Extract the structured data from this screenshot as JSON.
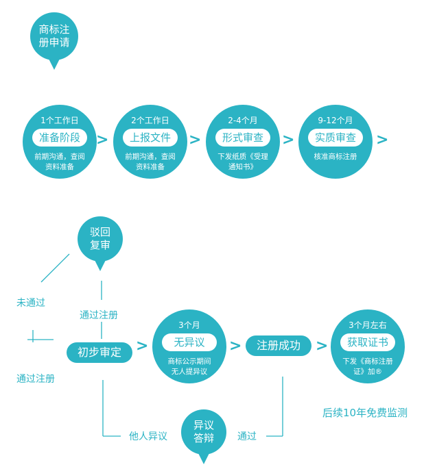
{
  "header_pin": "商标注\n册申请",
  "steps": [
    {
      "time": "1个工作日",
      "name": "准备阶段",
      "desc": "前期沟通，查阅\n资料准备"
    },
    {
      "time": "2个工作日",
      "name": "上报文件",
      "desc": "前期沟通，查阅\n资料准备"
    },
    {
      "time": "2-4个月",
      "name": "形式审查",
      "desc": "下发纸质《受理\n通知书》"
    },
    {
      "time": "9-12个月",
      "name": "实质审查",
      "desc": "核准商标注册"
    }
  ],
  "arrow_glyph": ">",
  "reject_pin": "驳回\n复审",
  "objection_pin": "异议\n答辩",
  "labels": {
    "not_passed": "未通过",
    "passed_register_top": "通过注册",
    "passed_register_left": "通过注册",
    "others_object": "他人异议",
    "passed": "通过",
    "monitoring": "后续10年免费监测"
  },
  "initial_review": "初步审定",
  "success": "注册成功",
  "no_objection": {
    "time": "3个月",
    "name": "无异议",
    "desc": "商标公示期间\n无人提异议"
  },
  "certificate": {
    "time": "3个月左右",
    "name": "获取证书",
    "desc": "下发《商标注册\n证》加®"
  }
}
